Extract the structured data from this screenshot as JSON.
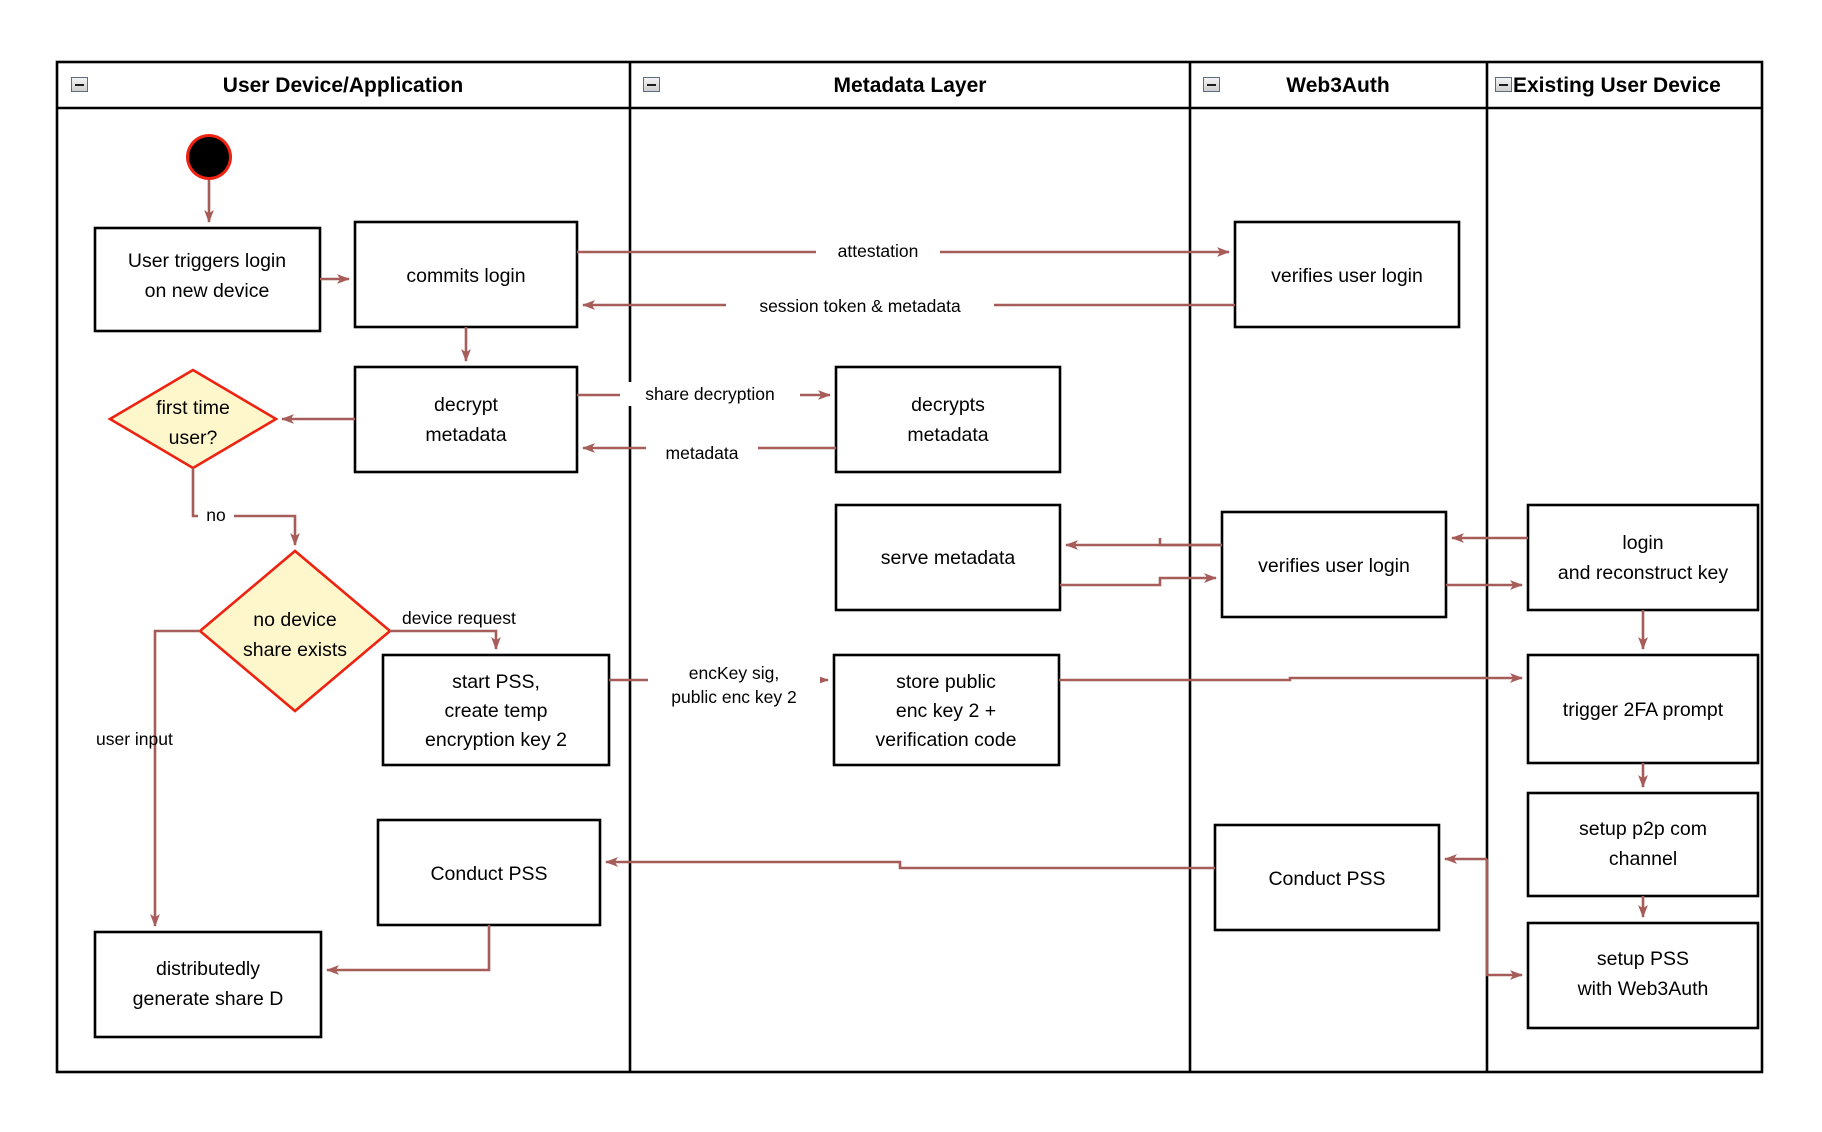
{
  "diagram": {
    "type": "uml-activity-swimlane",
    "title": "Web3Auth new-device login and PSS key-share flow",
    "colors": {
      "edge": "#a65c58",
      "decision_fill": "#fff7cc",
      "decision_stroke": "#ee2211",
      "node_stroke": "#000000",
      "node_fill": "#ffffff",
      "start_node": "#000000"
    }
  },
  "lanes": [
    {
      "id": "user-device",
      "label": "User Device/Application",
      "collapse_icon": "minus-box-icon"
    },
    {
      "id": "metadata-layer",
      "label": "Metadata Layer",
      "collapse_icon": "minus-box-icon"
    },
    {
      "id": "web3auth",
      "label": "Web3Auth",
      "collapse_icon": "minus-box-icon"
    },
    {
      "id": "existing-user-device",
      "label": "Existing User Device",
      "collapse_icon": "minus-box-icon"
    }
  ],
  "nodes": [
    {
      "id": "start",
      "lane": "user-device",
      "shape": "initial",
      "label": ""
    },
    {
      "id": "user-triggers-login",
      "lane": "user-device",
      "shape": "box",
      "lines": [
        "User triggers login",
        "on new device"
      ]
    },
    {
      "id": "commits-login",
      "lane": "user-device",
      "shape": "box",
      "lines": [
        "commits login"
      ]
    },
    {
      "id": "decrypt-metadata",
      "lane": "user-device",
      "shape": "box",
      "lines": [
        "decrypt",
        "metadata"
      ]
    },
    {
      "id": "first-time-user",
      "lane": "user-device",
      "shape": "diamond",
      "lines": [
        "first time",
        "user?"
      ]
    },
    {
      "id": "no-device-share-exists",
      "lane": "user-device",
      "shape": "diamond",
      "lines": [
        "no device",
        "share exists"
      ]
    },
    {
      "id": "start-pss",
      "lane": "user-device",
      "shape": "box",
      "lines": [
        "start PSS,",
        "create temp",
        "encryption key 2"
      ]
    },
    {
      "id": "conduct-pss-user",
      "lane": "user-device",
      "shape": "box",
      "lines": [
        "Conduct PSS"
      ]
    },
    {
      "id": "distributedly-generate-share-d",
      "lane": "user-device",
      "shape": "box",
      "lines": [
        "distributedly",
        "generate share D"
      ]
    },
    {
      "id": "decrypts-metadata",
      "lane": "metadata-layer",
      "shape": "box",
      "lines": [
        "decrypts",
        "metadata"
      ]
    },
    {
      "id": "serve-metadata",
      "lane": "metadata-layer",
      "shape": "box",
      "lines": [
        "serve metadata"
      ]
    },
    {
      "id": "store-public-enc-key",
      "lane": "metadata-layer",
      "shape": "box",
      "lines": [
        "store public",
        "enc key 2 +",
        "verification code"
      ]
    },
    {
      "id": "verifies-user-login-1",
      "lane": "web3auth",
      "shape": "box",
      "lines": [
        "verifies user login"
      ]
    },
    {
      "id": "verifies-user-login-2",
      "lane": "web3auth",
      "shape": "box",
      "lines": [
        "verifies user login"
      ]
    },
    {
      "id": "conduct-pss-web3auth",
      "lane": "web3auth",
      "shape": "box",
      "lines": [
        "Conduct PSS"
      ]
    },
    {
      "id": "login-and-reconstruct-key",
      "lane": "existing-user-device",
      "shape": "box",
      "lines": [
        "login",
        "and reconstruct key"
      ]
    },
    {
      "id": "trigger-2fa-prompt",
      "lane": "existing-user-device",
      "shape": "box",
      "lines": [
        "trigger 2FA prompt"
      ]
    },
    {
      "id": "setup-p2p-com-channel",
      "lane": "existing-user-device",
      "shape": "box",
      "lines": [
        "setup p2p com",
        "channel"
      ]
    },
    {
      "id": "setup-pss-with-web3auth",
      "lane": "existing-user-device",
      "shape": "box",
      "lines": [
        "setup PSS",
        "with Web3Auth"
      ]
    }
  ],
  "edges": [
    {
      "id": "e-start-trigger",
      "from": "start",
      "to": "user-triggers-login",
      "label": ""
    },
    {
      "id": "e-trigger-commits",
      "from": "user-triggers-login",
      "to": "commits-login",
      "label": ""
    },
    {
      "id": "e-commits-verifies",
      "from": "commits-login",
      "to": "verifies-user-login-1",
      "label": "attestation"
    },
    {
      "id": "e-verifies-commits",
      "from": "verifies-user-login-1",
      "to": "commits-login",
      "label": "session token & metadata"
    },
    {
      "id": "e-commits-decrypt",
      "from": "commits-login",
      "to": "decrypt-metadata",
      "label": ""
    },
    {
      "id": "e-decrypt-decrypts",
      "from": "decrypt-metadata",
      "to": "decrypts-metadata",
      "label": "share decryption"
    },
    {
      "id": "e-decrypts-decrypt",
      "from": "decrypts-metadata",
      "to": "decrypt-metadata",
      "label": "metadata"
    },
    {
      "id": "e-decrypt-firsttime",
      "from": "decrypt-metadata",
      "to": "first-time-user",
      "label": ""
    },
    {
      "id": "e-firsttime-nodevice",
      "from": "first-time-user",
      "to": "no-device-share-exists",
      "label": "no"
    },
    {
      "id": "e-nodevice-startpss",
      "from": "no-device-share-exists",
      "to": "start-pss",
      "label": "device request"
    },
    {
      "id": "e-nodevice-sharedd",
      "from": "no-device-share-exists",
      "to": "distributedly-generate-share-d",
      "label": "user input"
    },
    {
      "id": "e-startpss-store",
      "from": "start-pss",
      "to": "store-public-enc-key",
      "label": "encKey sig,\npublic enc key 2"
    },
    {
      "id": "e-store-trigger2fa",
      "from": "store-public-enc-key",
      "to": "trigger-2fa-prompt",
      "label": ""
    },
    {
      "id": "e-login-verifies2",
      "from": "login-and-reconstruct-key",
      "to": "verifies-user-login-2",
      "label": ""
    },
    {
      "id": "e-verifies2-login",
      "from": "verifies-user-login-2",
      "to": "login-and-reconstruct-key",
      "label": ""
    },
    {
      "id": "e-verifies2-serve",
      "from": "verifies-user-login-2",
      "to": "serve-metadata",
      "label": ""
    },
    {
      "id": "e-serve-verifies2",
      "from": "serve-metadata",
      "to": "verifies-user-login-2",
      "label": ""
    },
    {
      "id": "e-login-trigger2fa",
      "from": "login-and-reconstruct-key",
      "to": "trigger-2fa-prompt",
      "label": ""
    },
    {
      "id": "e-trigger2fa-p2p",
      "from": "trigger-2fa-prompt",
      "to": "setup-p2p-com-channel",
      "label": ""
    },
    {
      "id": "e-p2p-setuppss",
      "from": "setup-p2p-com-channel",
      "to": "setup-pss-with-web3auth",
      "label": ""
    },
    {
      "id": "e-setuppss-conductw3a",
      "from": "setup-pss-with-web3auth",
      "to": "conduct-pss-web3auth",
      "label": ""
    },
    {
      "id": "e-conductw3a-conductuser",
      "from": "conduct-pss-web3auth",
      "to": "conduct-pss-user",
      "label": ""
    },
    {
      "id": "e-conductuser-shared",
      "from": "conduct-pss-user",
      "to": "distributedly-generate-share-d",
      "label": ""
    }
  ],
  "edge_labels": {
    "attestation": "attestation",
    "session_token": "session token & metadata",
    "share_decryption": "share decryption",
    "metadata": "metadata",
    "no": "no",
    "device_request": "device request",
    "user_input": "user input",
    "enckey_sig_l1": "encKey sig,",
    "enckey_sig_l2": "public enc key 2"
  },
  "node_text": {
    "user_triggers_login_l1": "User triggers login",
    "user_triggers_login_l2": "on new device",
    "commits_login": "commits login",
    "decrypt_l1": "decrypt",
    "decrypt_l2": "metadata",
    "first_time_l1": "first time",
    "first_time_l2": "user?",
    "no_device_l1": "no device",
    "no_device_l2": "share exists",
    "start_pss_l1": "start PSS,",
    "start_pss_l2": "create temp",
    "start_pss_l3": "encryption key 2",
    "conduct_pss_user": "Conduct PSS",
    "dist_share_l1": "distributedly",
    "dist_share_l2": "generate share D",
    "decrypts_l1": "decrypts",
    "decrypts_l2": "metadata",
    "serve_metadata": "serve metadata",
    "store_l1": "store public",
    "store_l2": "enc key 2 +",
    "store_l3": "verification code",
    "verifies_1": "verifies user login",
    "verifies_2": "verifies user login",
    "conduct_pss_w3a": "Conduct PSS",
    "login_l1": "login",
    "login_l2": "and reconstruct key",
    "trigger_2fa": "trigger 2FA prompt",
    "p2p_l1": "setup p2p com",
    "p2p_l2": "channel",
    "setup_pss_l1": "setup PSS",
    "setup_pss_l2": "with Web3Auth"
  }
}
